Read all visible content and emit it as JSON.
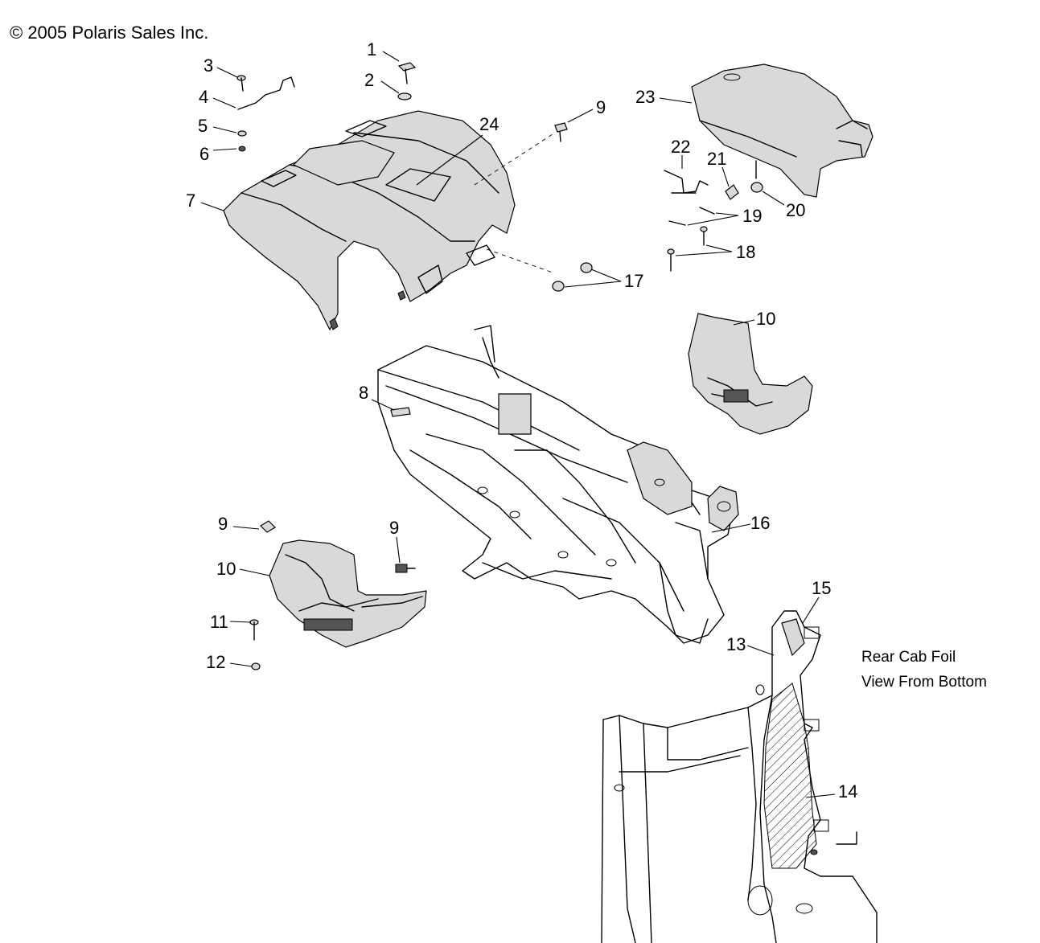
{
  "copyright": "© 2005 Polaris Sales Inc.",
  "note": {
    "line1": "Rear Cab Foil",
    "line2": "View From Bottom"
  },
  "callouts": {
    "c1": "1",
    "c2": "2",
    "c3": "3",
    "c4": "4",
    "c5": "5",
    "c6": "6",
    "c7": "7",
    "c8": "8",
    "c9a": "9",
    "c9b": "9",
    "c9c": "9",
    "c10a": "10",
    "c10b": "10",
    "c11": "11",
    "c12": "12",
    "c13": "13",
    "c14": "14",
    "c15": "15",
    "c16": "16",
    "c17": "17",
    "c18": "18",
    "c19": "19",
    "c20": "20",
    "c21": "21",
    "c22": "22",
    "c23": "23",
    "c24": "24"
  }
}
